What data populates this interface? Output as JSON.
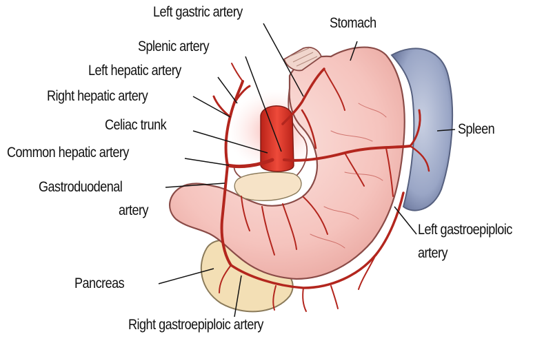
{
  "figure": {
    "labels": {
      "left_gastric_artery": "Left gastric artery",
      "stomach": "Stomach",
      "splenic_artery": "Splenic artery",
      "left_hepatic_artery": "Left hepatic artery",
      "right_hepatic_artery": "Right hepatic artery",
      "celiac_trunk": "Celiac trunk",
      "spleen": "Spleen",
      "common_hepatic_artery": "Common hepatic artery",
      "gastroduodenal_line1": "Gastroduodenal",
      "gastroduodenal_line2": "artery",
      "left_gastroepiploic_line1": "Left gastroepiploic",
      "left_gastroepiploic_line2": "artery",
      "pancreas": "Pancreas",
      "right_gastroepiploic_artery": "Right gastroepiploic artery"
    },
    "colors": {
      "stomach_fill": "#f7c9c4",
      "stomach_outline": "#8a4b47",
      "artery": "#b3261e",
      "artery_dark": "#7d1a14",
      "aorta": "#e03a2c",
      "spleen_fill": "#a9b4cf",
      "spleen_outline": "#56607f",
      "pancreas_fill": "#f3dfb5",
      "pancreas_outline": "#8a7a5a",
      "leader_line": "#111111"
    }
  }
}
